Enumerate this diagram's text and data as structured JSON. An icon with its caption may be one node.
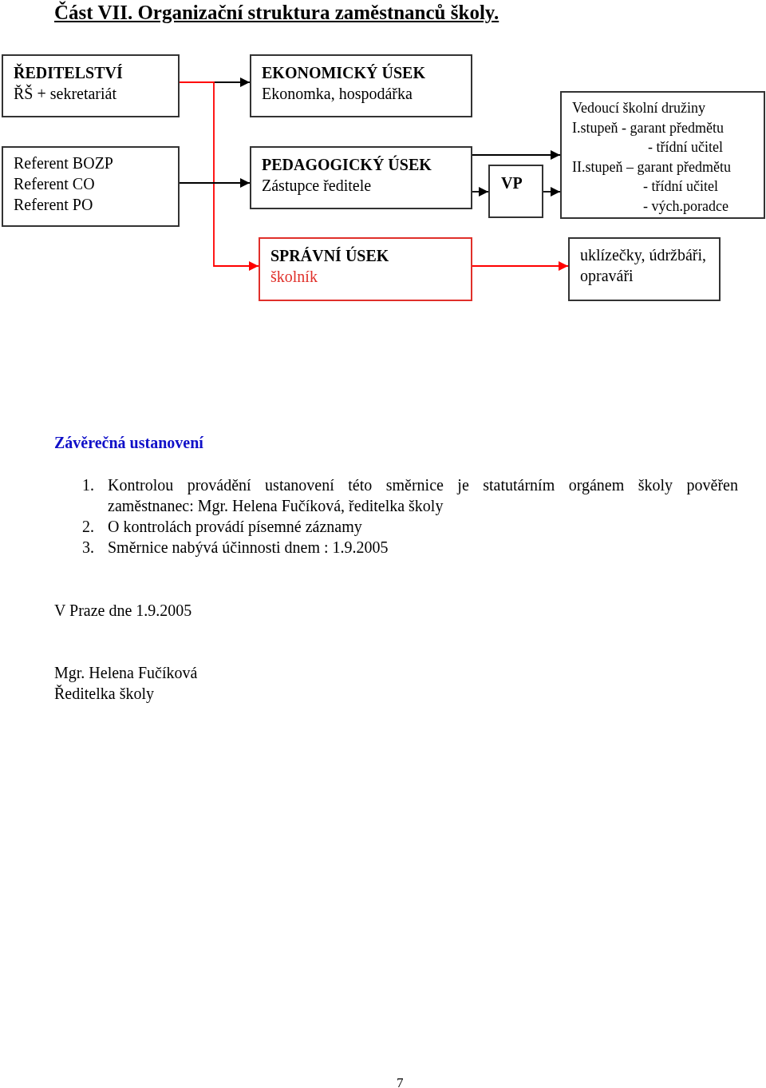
{
  "diagram": {
    "title": "Část VII. Organizační struktura zaměstnanců školy.",
    "nodes": [
      {
        "text": [
          "ŘEDITELSTVÍ",
          "ŘŠ + sekretariát"
        ]
      },
      {
        "text": [
          "Referent BOZP",
          "Referent CO",
          "Referent PO"
        ]
      },
      {
        "text": [
          "EKONOMICKÝ ÚSEK",
          "Ekonomka, hospodářka"
        ]
      },
      {
        "text": [
          "PEDAGOGICKÝ ÚSEK",
          "Zástupce ředitele"
        ]
      },
      {
        "text": [
          "VP"
        ]
      },
      {
        "text": [
          "Vedoucí školní družiny",
          "I.stupeň - garant předmětu",
          "- třídní učitel",
          "II.stupeň – garant předmětu",
          "- třídní učitel",
          "- vých.poradce"
        ]
      },
      {
        "text": [
          "SPRÁVNÍ ÚSEK",
          "školník"
        ]
      },
      {
        "text": [
          "uklízečky, údržbáři, opraváři"
        ]
      }
    ],
    "edges": [
      {
        "from": 0,
        "to": 2,
        "arrow": "to"
      },
      {
        "from": 0,
        "to": 6,
        "arrow": "to",
        "color": "#ff0000"
      },
      {
        "from": 1,
        "to": 3,
        "arrow": "to"
      },
      {
        "from": 3,
        "to": 5,
        "arrow": "to"
      },
      {
        "from": 3,
        "to": 4,
        "arrow": "to"
      },
      {
        "from": 4,
        "to": 5,
        "arrow": "to"
      },
      {
        "from": 6,
        "to": 7,
        "arrow": "to",
        "color": "#ff0000"
      }
    ],
    "labels": [
      "Závěrečná ustanovení",
      "1.",
      "Kontrolou provádění ustanovení této směrnice je statutárním orgánem školy pověřen zaměstnanec: Mgr. Helena Fučíková, ředitelka školy",
      "2.",
      "O kontrolách provádí písemné záznamy",
      "3.",
      "Směrnice nabývá účinnosti dnem : 1.9.2005",
      "V Praze dne 1.9.2005",
      "Mgr. Helena Fučíková",
      "Ředitelka školy",
      "7"
    ]
  }
}
